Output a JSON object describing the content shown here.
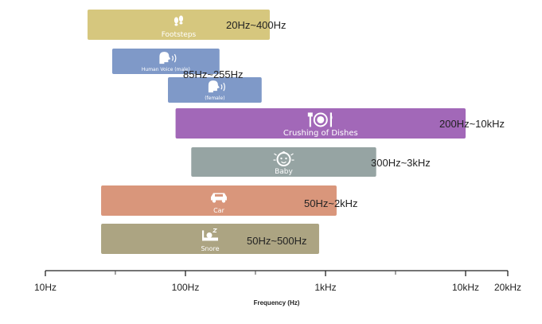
{
  "chart_data": {
    "type": "bar",
    "xlabel": "Frequency (Hz)",
    "xscale": "log",
    "xlim": [
      10,
      20000
    ],
    "xticks": [
      {
        "value": 10,
        "label": "10Hz"
      },
      {
        "value": 100,
        "label": "100Hz"
      },
      {
        "value": 1000,
        "label": "1kHz"
      },
      {
        "value": 10000,
        "label": "10kHz"
      },
      {
        "value": 20000,
        "label": "20kHz"
      }
    ],
    "minor_ticks": [
      31.6,
      316,
      3160
    ],
    "bars": [
      {
        "name": "Footsteps",
        "start": 20,
        "end": 400,
        "color": "#d6c77e",
        "icon": "footsteps-icon"
      },
      {
        "name": "Human Voice (male)",
        "start": 30,
        "end": 175,
        "color": "#7f99c8",
        "icon": "human-voice-icon"
      },
      {
        "name": "(female)",
        "start": 75,
        "end": 350,
        "color": "#7f99c8",
        "icon": "human-voice-icon"
      },
      {
        "name": "Crushing of Dishes",
        "start": 85,
        "end": 10000,
        "color": "#a268b8",
        "icon": "plate-cutlery-icon"
      },
      {
        "name": "Baby",
        "start": 110,
        "end": 2300,
        "color": "#96a4a3",
        "icon": "baby-icon"
      },
      {
        "name": "Car",
        "start": 25,
        "end": 1200,
        "color": "#d9967b",
        "icon": "car-icon"
      },
      {
        "name": "Snore",
        "start": 25,
        "end": 900,
        "color": "#aca482",
        "icon": "snore-icon"
      }
    ],
    "range_labels": [
      {
        "text": "20Hz~400Hz"
      },
      {
        "text": "85Hz~255Hz"
      },
      {
        "text": "200Hz~10kHz"
      },
      {
        "text": "300Hz~3kHz"
      },
      {
        "text": "50Hz~2kHz"
      },
      {
        "text": "50Hz~500Hz"
      }
    ]
  }
}
